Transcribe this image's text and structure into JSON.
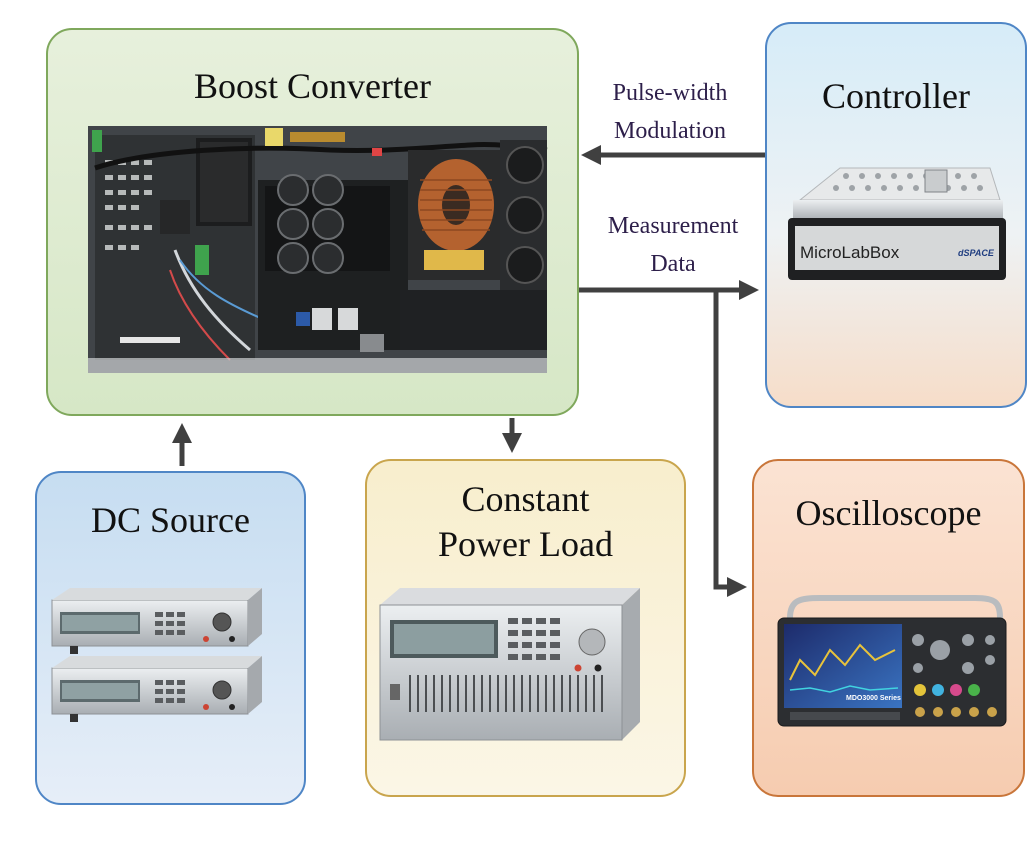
{
  "boost_converter": {
    "title": "Boost Converter"
  },
  "controller": {
    "title": "Controller",
    "device_brand": "MicroLabBox",
    "device_logo": "dSPACE"
  },
  "dc_source": {
    "title": "DC Source"
  },
  "constant_power_load": {
    "title_line1": "Constant",
    "title_line2": "Power Load"
  },
  "oscilloscope": {
    "title": "Oscilloscope",
    "device_series": "MDO3000 Series"
  },
  "links": {
    "pwm_line1": "Pulse-width",
    "pwm_line2": "Modulation",
    "measurement_line1": "Measurement",
    "measurement_line2": "Data"
  },
  "colors": {
    "arrow": "#404040",
    "boost_border": "#7fa85c",
    "controller_border": "#4f86c6",
    "cpl_border": "#c9a54d",
    "osc_border": "#c9763a"
  }
}
